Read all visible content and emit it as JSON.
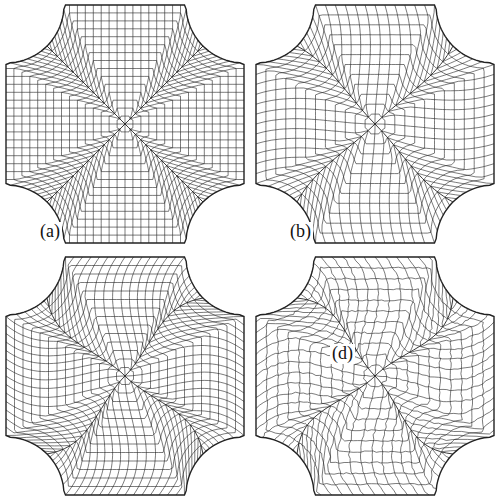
{
  "diagram": {
    "labels": [
      "(a)",
      "(b)",
      "(d)"
    ]
  }
}
